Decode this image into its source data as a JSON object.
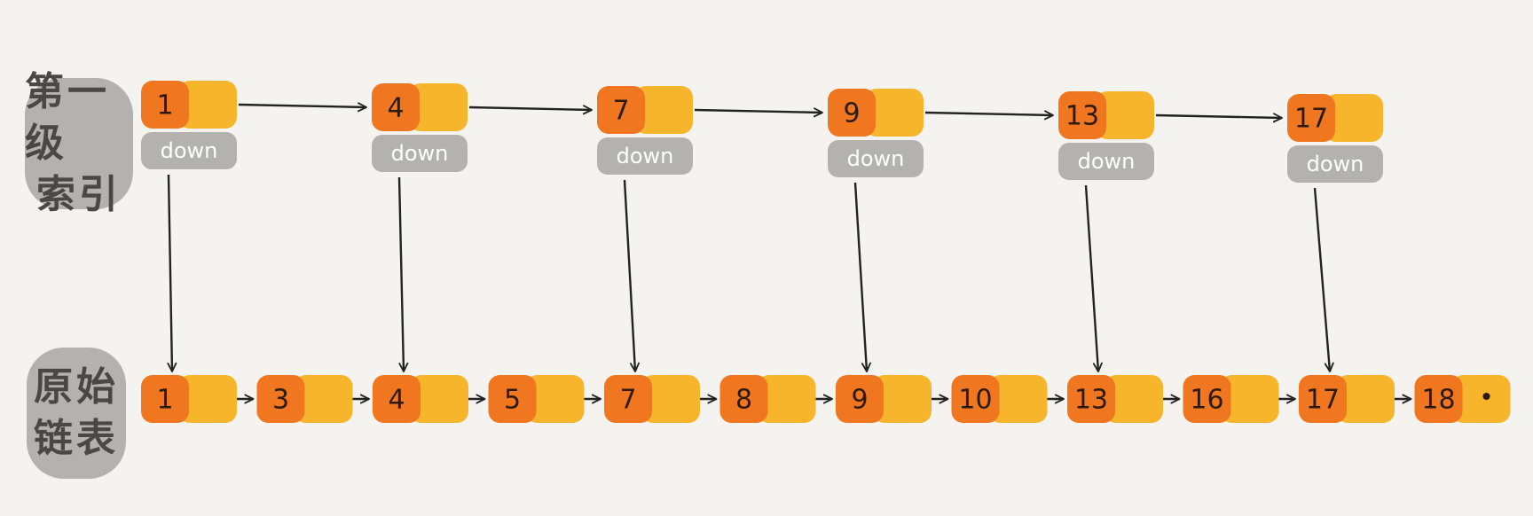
{
  "labels": {
    "index_level_1": [
      "第一级",
      "索引"
    ],
    "original_list": [
      "原始",
      "链表"
    ]
  },
  "index_nodes": [
    {
      "key": "1",
      "pointer": "down"
    },
    {
      "key": "4",
      "pointer": "down"
    },
    {
      "key": "7",
      "pointer": "down"
    },
    {
      "key": "9",
      "pointer": "down"
    },
    {
      "key": "13",
      "pointer": "down"
    },
    {
      "key": "17",
      "pointer": "down"
    }
  ],
  "list_nodes": [
    "1",
    "3",
    "4",
    "5",
    "7",
    "8",
    "9",
    "10",
    "13",
    "16",
    "17",
    "18"
  ],
  "tail_marker": "•",
  "colors": {
    "background": "#f4f3ef",
    "key_cell": "#f0771f",
    "next_cell": "#f7b52c",
    "down_cell": "#b3b2ae",
    "label_box": "#b3b2ae",
    "arrow": "#222222"
  }
}
